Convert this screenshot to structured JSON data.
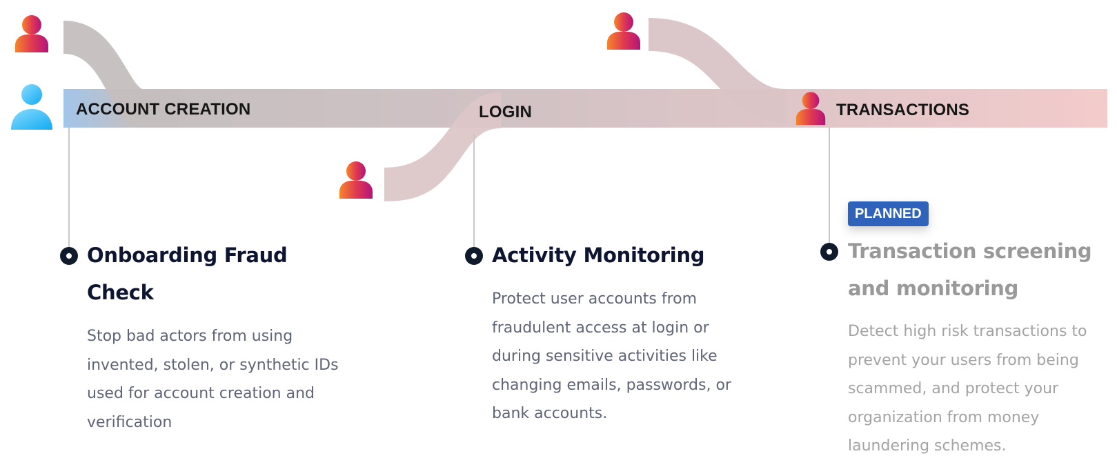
{
  "stages": [
    {
      "id": "account-creation",
      "label": "ACCOUNT CREATION"
    },
    {
      "id": "login",
      "label": "LOGIN"
    },
    {
      "id": "transactions",
      "label": "TRANSACTIONS"
    }
  ],
  "cards": [
    {
      "title": "Onboarding Fraud Check",
      "title_lines": [
        "Onboarding Fraud",
        "Check"
      ],
      "description": "Stop bad actors from using invented, stolen, or synthetic IDs used for account creation and verification",
      "description_lines": [
        "Stop bad actors from using",
        "invented, stolen, or synthetic IDs",
        "used for account creation and",
        "verification"
      ],
      "status": null
    },
    {
      "title": "Activity Monitoring",
      "title_lines": [
        "Activity Monitoring"
      ],
      "description": "Protect user accounts from fraudulent access at login or during sensitive activities like changing emails, passwords, or bank accounts.",
      "description_lines": [
        "Protect user accounts from",
        "fraudulent access at login or",
        "during sensitive activities like",
        "changing emails, passwords, or",
        "bank accounts."
      ],
      "status": null
    },
    {
      "title": "Transaction screening and monitoring",
      "title_lines": [
        "Transaction screening",
        "and monitoring"
      ],
      "description": "Detect high risk transactions to prevent your users from being scammed, and protect your organization from money laundering schemes.",
      "description_lines": [
        "Detect high risk transactions to",
        "prevent your users from being",
        "scammed, and protect your",
        "organization from money",
        "laundering schemes."
      ],
      "status": "PLANNED"
    }
  ],
  "icons": {
    "good_user": "user-icon-blue",
    "bad_user": "user-icon-gradient"
  },
  "colors": {
    "good_user_gradient": [
      "#7fd8fb",
      "#1ab0f5"
    ],
    "bad_user_gradient": [
      "#f5822a",
      "#e23d4e",
      "#b8127a"
    ],
    "band_start": "#a3c4e6",
    "band_mid": "#c6c1c2",
    "band_end": "#f3cccc",
    "flow_gray": "#c4bebf",
    "flow_pink": "#dcc6c8",
    "badge": "#2f62bb",
    "title": "#0d1530",
    "desc": "#5f6577",
    "muted": "#a3a3a3"
  }
}
